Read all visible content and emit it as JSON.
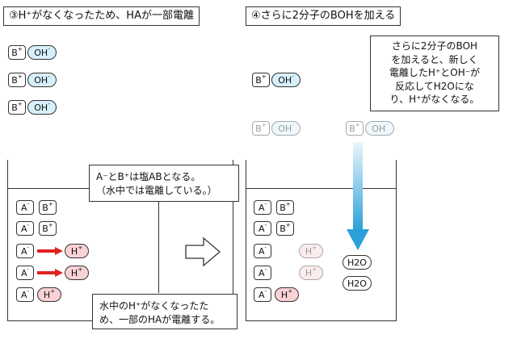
{
  "left": {
    "title": "③H⁺がなくなったため、HAが一部電離",
    "note_top": [
      "A⁻とB⁺は塩ABとなる。",
      "（水中では電離している。）"
    ],
    "note_bottom": [
      "水中のH⁺がなくなったた",
      "め、一部のHAが電離する。"
    ]
  },
  "right": {
    "title": "④さらに2分子のBOHを加える",
    "note": [
      "さらに2分子のBOH",
      "を加えると、新しく",
      "電離したH⁺とOH⁻が",
      "反応してH2Oにな",
      "り、H⁺がなくなる。"
    ]
  },
  "ions": {
    "b": "B",
    "oh": "OH",
    "a": "A",
    "h": "H",
    "h2o": "H2O",
    "plus": "+",
    "minus": "-"
  },
  "colors": {
    "oh_fill": "#d8f0fb",
    "h_fill": "#f9d2d6",
    "red_arrow": "#e02020",
    "blue_arrow": "#2aa0d8"
  }
}
